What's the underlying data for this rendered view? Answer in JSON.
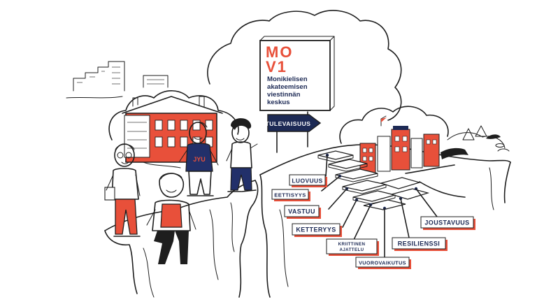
{
  "sign": {
    "logo_line1": "MO",
    "logo_line2": "V1",
    "name_lines": [
      "Monikielisen",
      "akateemisen",
      "viestinnän",
      "keskus"
    ]
  },
  "direction_sign": "TULEVAISUUS",
  "shirt_text": "JYU",
  "skills": [
    {
      "id": "luovuus",
      "text": "LUOVUUS"
    },
    {
      "id": "eettisyys",
      "text": "EETTISYYS"
    },
    {
      "id": "vastuu",
      "text": "VASTUU"
    },
    {
      "id": "ketteryys",
      "text": "KETTERYYS"
    },
    {
      "id": "kriittinen-ajattelu",
      "text": "KRIITTINEN AJATTELU",
      "lines": [
        "KRIITTINEN",
        "AJATTELU"
      ]
    },
    {
      "id": "vuorovaikutus",
      "text": "VUOROVAIKUTUS"
    },
    {
      "id": "resilienssi",
      "text": "RESILIENSSI"
    },
    {
      "id": "joustavuus",
      "text": "JOUSTAVUUS"
    }
  ],
  "colors": {
    "accent_red": "#e8503a",
    "navy": "#1d2a55",
    "ink": "#1e1e1e",
    "shirt": "#22306a"
  }
}
